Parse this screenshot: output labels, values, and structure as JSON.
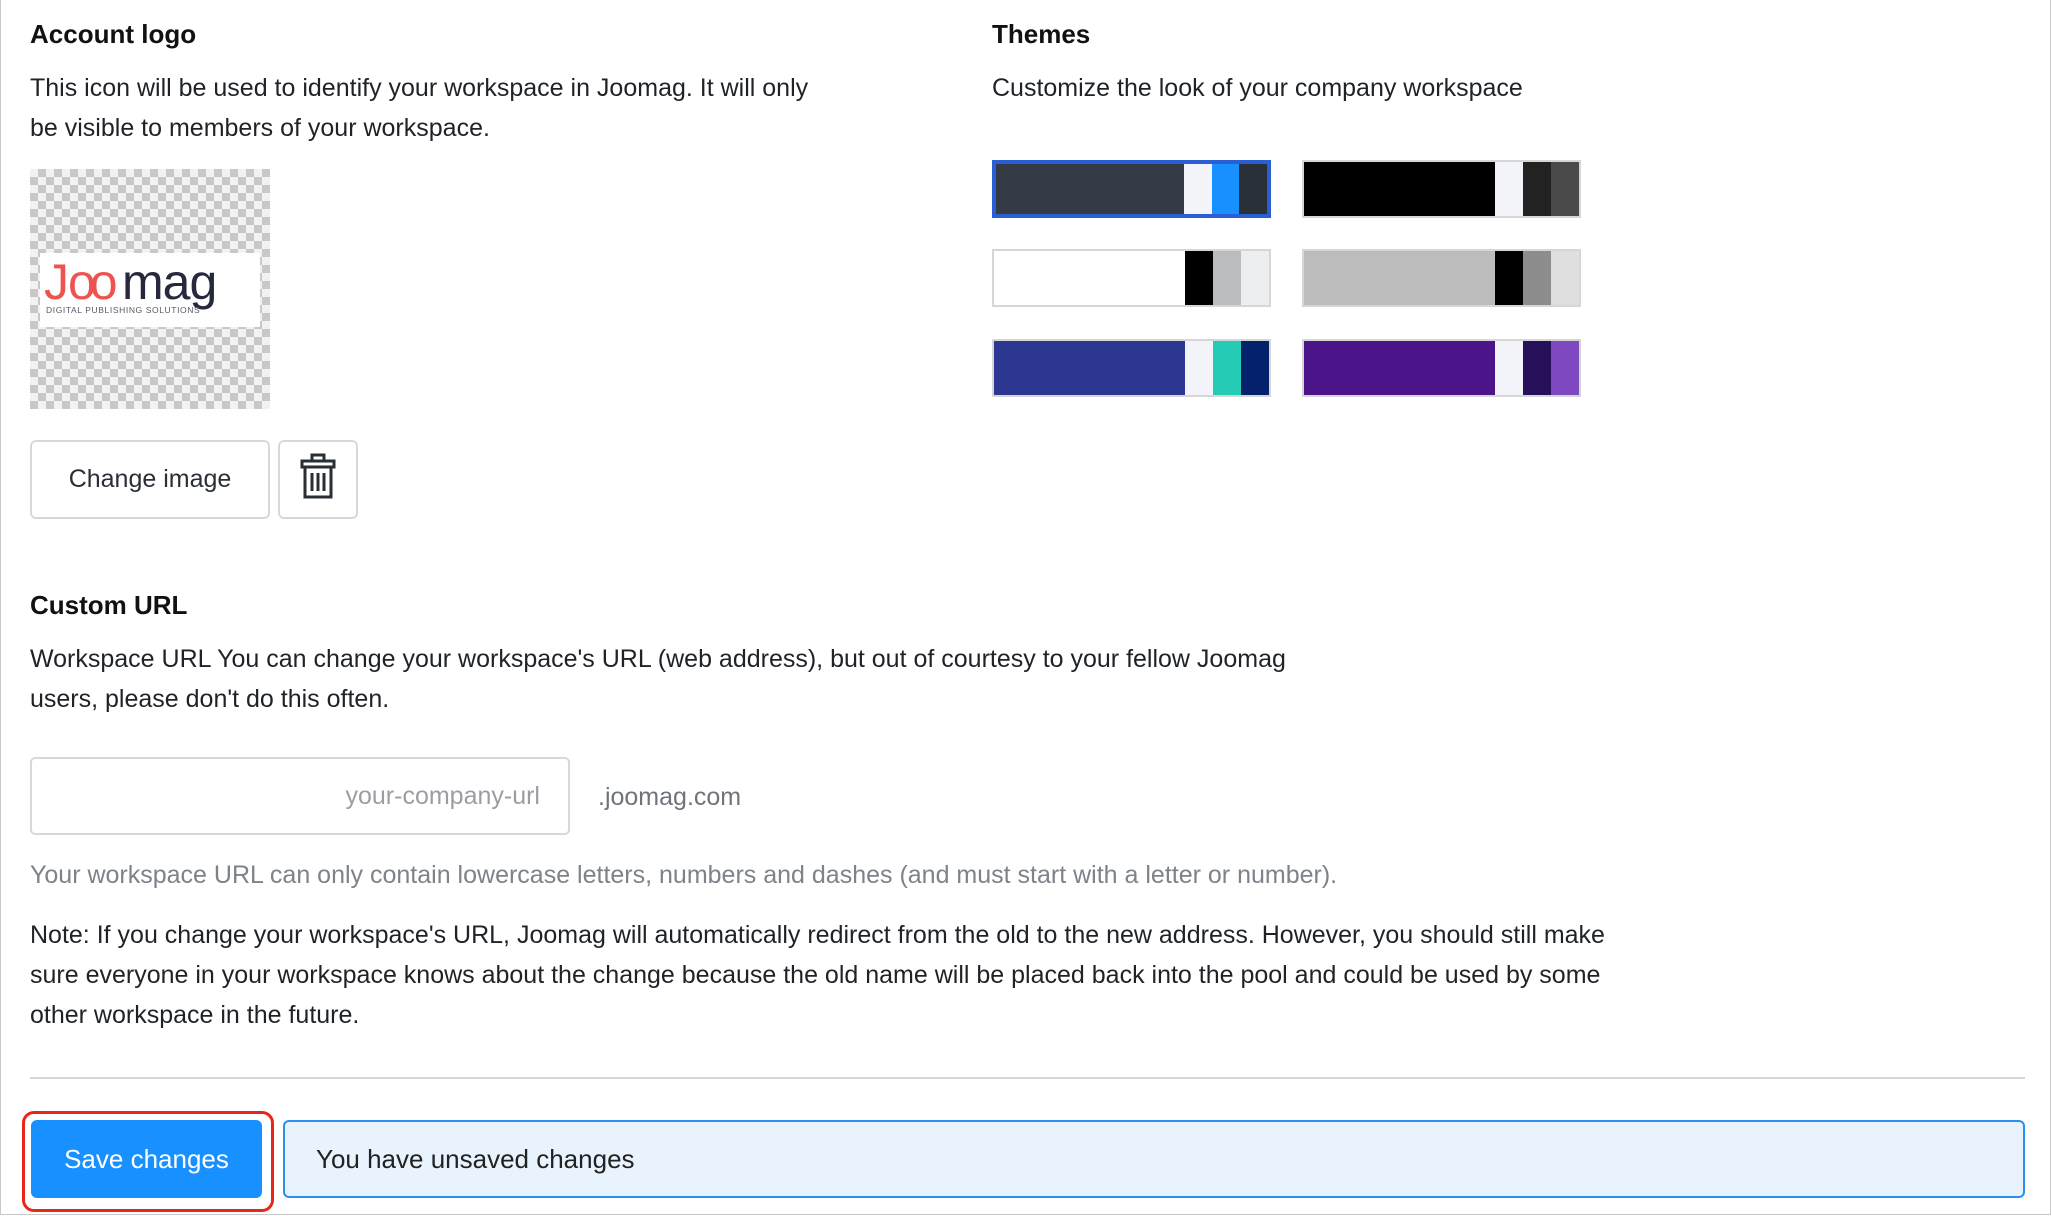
{
  "account_logo": {
    "title": "Account logo",
    "description": "This icon will be used to identify your workspace in Joomag. It will only be visible to members of your workspace.",
    "logo_text": "Joomag",
    "logo_tagline": "DIGITAL PUBLISHING SOLUTIONS",
    "change_image_label": "Change image",
    "delete_icon": "trash-icon"
  },
  "themes": {
    "title": "Themes",
    "description": "Customize the look of your company workspace",
    "selected_index": 0,
    "items": [
      {
        "name": "dark-slate",
        "colors": [
          "#343b46",
          "#f2f4f9",
          "#1890ff",
          "#293038"
        ]
      },
      {
        "name": "black",
        "colors": [
          "#000000",
          "#f2f4f9",
          "#222222",
          "#4a4a4a"
        ]
      },
      {
        "name": "white",
        "colors": [
          "#ffffff",
          "#000000",
          "#bbbcbe",
          "#edeef0"
        ]
      },
      {
        "name": "grey",
        "colors": [
          "#bcbcbc",
          "#000000",
          "#8d8d8d",
          "#dfdfdf"
        ]
      },
      {
        "name": "blue",
        "colors": [
          "#2c3792",
          "#f2f4f9",
          "#25cbb4",
          "#04226c"
        ]
      },
      {
        "name": "purple",
        "colors": [
          "#4b1589",
          "#f2f4f9",
          "#27105a",
          "#7e48c0"
        ]
      }
    ]
  },
  "custom_url": {
    "title": "Custom URL",
    "description": "Workspace URL You can change your workspace's URL (web address), but out of courtesy to your fellow Joomag users, please don't do this often.",
    "input_value": "",
    "input_placeholder": "your-company-url",
    "domain_suffix": ".joomag.com",
    "hint": "Your workspace URL can only contain lowercase letters, numbers and dashes (and must start with a letter or number).",
    "note": "Note: If you change your workspace's URL, Joomag will automatically redirect from the old to the new address. However, you should still make sure everyone in your workspace knows about the change because the old name will be placed back into the pool and could be used by some other workspace in the future."
  },
  "footer": {
    "save_label": "Save changes",
    "unsaved_message": "You have unsaved changes"
  }
}
